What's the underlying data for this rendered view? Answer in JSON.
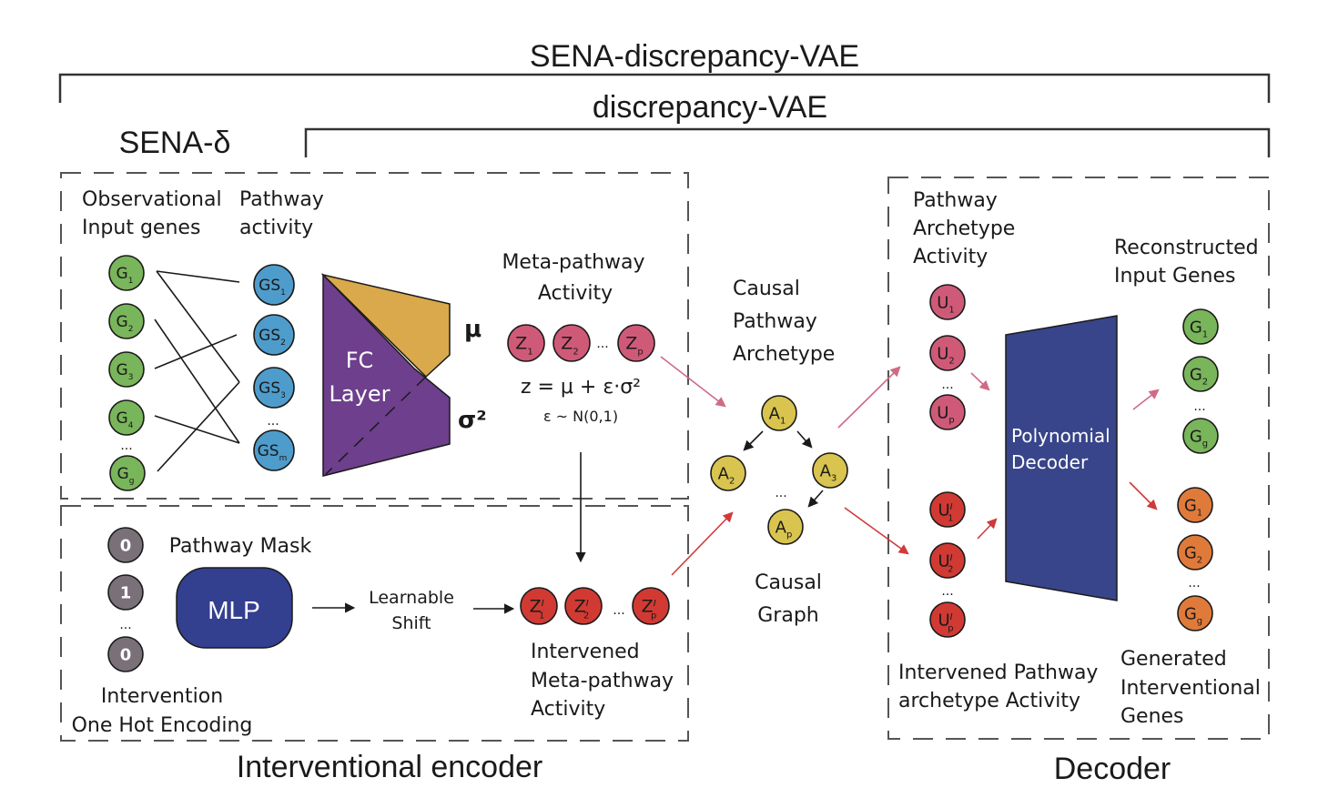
{
  "titles": {
    "outer": "SENA-discrepancy-VAE",
    "middle": "discrepancy-VAE",
    "sena": "SENA-δ",
    "encoder": "Interventional encoder",
    "decoder": "Decoder"
  },
  "colors": {
    "gene_green": "#79b55a",
    "pathway_blue": "#4e9ccb",
    "fc_purple": "#6e3f8c",
    "fc_gold": "#d9a94b",
    "z_pink": "#cf5a78",
    "z_red": "#d13a33",
    "archetype_yellow": "#d8c44f",
    "gene_orange": "#e07a3a",
    "mlp_navy": "#333f8f",
    "onehot_gray": "#7a7077",
    "arrow_pink": "#d06a85",
    "arrow_red": "#d03a3a"
  },
  "encoder_top": {
    "input_label": [
      "Observational",
      "Input genes"
    ],
    "pathway_label": [
      "Pathway",
      "activity"
    ],
    "genes": [
      {
        "base": "G",
        "sub": "1"
      },
      {
        "base": "G",
        "sub": "2"
      },
      {
        "base": "G",
        "sub": "3"
      },
      {
        "base": "G",
        "sub": "4"
      },
      {
        "base": "G",
        "sub": "g"
      }
    ],
    "pathways": [
      {
        "base": "GS",
        "sub": "1"
      },
      {
        "base": "GS",
        "sub": "2"
      },
      {
        "base": "GS",
        "sub": "3"
      },
      {
        "base": "GS",
        "sub": "m"
      }
    ],
    "fc_label": [
      "FC",
      "Layer"
    ],
    "mu": "μ",
    "sigma": "σ²",
    "meta_label": [
      "Meta-pathway",
      "Activity"
    ],
    "z_nodes": [
      {
        "base": "Z",
        "sub": "1"
      },
      {
        "base": "Z",
        "sub": "2"
      },
      {
        "base": "Z",
        "sub": "p"
      }
    ],
    "formula": "z = μ + ε·σ²",
    "formula_sub": "ε ~ N(0,1)",
    "ellipsis": "..."
  },
  "encoder_bottom": {
    "onehot": [
      "0",
      "1",
      "0"
    ],
    "onehot_label": [
      "Intervention",
      "One Hot Encoding"
    ],
    "mask_label": "Pathway Mask",
    "mlp": "MLP",
    "shift_label": [
      "Learnable",
      "Shift"
    ],
    "zi_nodes": [
      {
        "base": "Z",
        "sup": "I",
        "sub": "1"
      },
      {
        "base": "Z",
        "sup": "I",
        "sub": "2"
      },
      {
        "base": "Z",
        "sup": "I",
        "sub": "p"
      }
    ],
    "zi_label": [
      "Intervened",
      "Meta-pathway",
      "Activity"
    ]
  },
  "causal": {
    "top_label": [
      "Causal",
      "Pathway",
      "Archetype"
    ],
    "nodes": [
      {
        "base": "A",
        "sub": "1"
      },
      {
        "base": "A",
        "sub": "2"
      },
      {
        "base": "A",
        "sub": "3"
      },
      {
        "base": "A",
        "sub": "p"
      }
    ],
    "bottom_label": [
      "Causal",
      "Graph"
    ]
  },
  "decoder": {
    "u_label": [
      "Pathway",
      "Archetype",
      "Activity"
    ],
    "u_nodes": [
      {
        "base": "U",
        "sub": "1"
      },
      {
        "base": "U",
        "sub": "2"
      },
      {
        "base": "U",
        "sub": "p"
      }
    ],
    "ui_nodes": [
      {
        "base": "U",
        "sup": "I",
        "sub": "1"
      },
      {
        "base": "U",
        "sup": "I",
        "sub": "2"
      },
      {
        "base": "U",
        "sup": "I",
        "sub": "p"
      }
    ],
    "ui_label": [
      "Intervened Pathway",
      "archetype Activity"
    ],
    "poly_label": [
      "Polynomial",
      "Decoder"
    ],
    "recon_label": [
      "Reconstructed",
      "Input Genes"
    ],
    "recon_nodes": [
      {
        "base": "G",
        "sub": "1"
      },
      {
        "base": "G",
        "sub": "2"
      },
      {
        "base": "G",
        "sub": "g"
      }
    ],
    "gen_nodes": [
      {
        "base": "G",
        "sub": "1"
      },
      {
        "base": "G",
        "sub": "2"
      },
      {
        "base": "G",
        "sub": "g"
      }
    ],
    "gen_label": [
      "Generated",
      "Interventional",
      "Genes"
    ]
  }
}
